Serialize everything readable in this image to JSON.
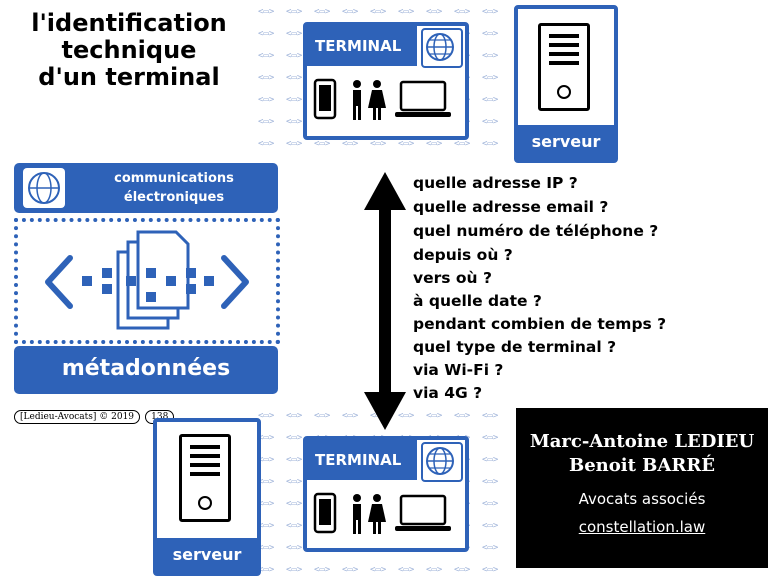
{
  "title": {
    "line1": "l'identification",
    "line2": "technique",
    "line3": "d'un terminal"
  },
  "top_terminal": {
    "label": "TERMINAL"
  },
  "top_server": {
    "label": "serveur"
  },
  "bottom_terminal": {
    "label": "TERMINAL"
  },
  "bottom_server": {
    "label": "serveur"
  },
  "metadata_panel": {
    "header_line1": "communications",
    "header_line2": "électroniques",
    "footer": "métadonnées"
  },
  "questions": [
    "quelle adresse IP ?",
    "quelle adresse email ?",
    "quel numéro de téléphone ?",
    "depuis où ?",
    "vers où ?",
    "à quelle date ?",
    "pendant combien de temps ?",
    "quel type de terminal ?",
    "via Wi-Fi ?",
    "via 4G ?"
  ],
  "credit": {
    "text": "[Ledieu-Avocats] © 2019",
    "page": "138"
  },
  "signature": {
    "name1": "Marc-Antoine LEDIEU",
    "name2": "Benoit BARRÉ",
    "firm": "Avocats associés",
    "url": "constellation.law"
  },
  "colors": {
    "accent": "#2e62b8",
    "signature_bg": "#000000"
  }
}
